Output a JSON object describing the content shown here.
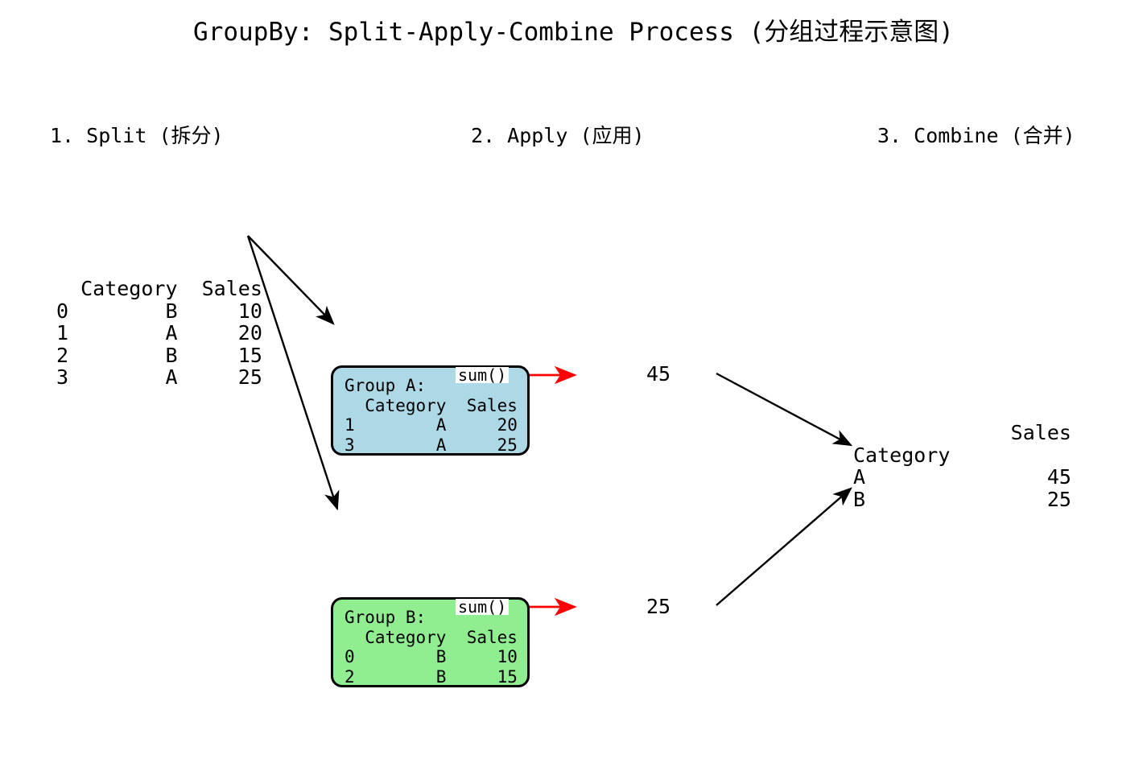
{
  "title": "GroupBy: Split-Apply-Combine Process (分组过程示意图)",
  "stages": [
    {
      "id": "split",
      "label": "1. Split (拆分)"
    },
    {
      "id": "apply",
      "label": "2. Apply (应用)"
    },
    {
      "id": "combine",
      "label": "3. Combine (合并)"
    }
  ],
  "source_table": {
    "text": "  Category  Sales\n0        B     10\n1        A     20\n2        B     15\n3        A     25",
    "columns": [
      "",
      "Category",
      "Sales"
    ],
    "rows": [
      [
        "0",
        "B",
        "10"
      ],
      [
        "1",
        "A",
        "20"
      ],
      [
        "2",
        "B",
        "15"
      ],
      [
        "3",
        "A",
        "25"
      ]
    ]
  },
  "groups": [
    {
      "id": "group-a",
      "header": "Group A:",
      "func_label": "sum()",
      "color": "#ADD8E6",
      "text": "Group A:\n  Category  Sales\n1        A     20\n3        A     25",
      "columns": [
        "",
        "Category",
        "Sales"
      ],
      "rows": [
        [
          "1",
          "A",
          "20"
        ],
        [
          "3",
          "A",
          "25"
        ]
      ],
      "result": "45"
    },
    {
      "id": "group-b",
      "header": "Group B:",
      "func_label": "sum()",
      "color": "#90EE90",
      "text": "Group B:\n  Category  Sales\n0        B     10\n2        B     15",
      "columns": [
        "",
        "Category",
        "Sales"
      ],
      "rows": [
        [
          "0",
          "B",
          "10"
        ],
        [
          "2",
          "B",
          "15"
        ]
      ],
      "result": "25"
    }
  ],
  "result_table": {
    "text": "             Sales\nCategory\nA               45\nB               25",
    "columns": [
      "Category",
      "Sales"
    ],
    "rows": [
      [
        "A",
        "45"
      ],
      [
        "B",
        "25"
      ]
    ]
  },
  "colors": {
    "split_arrow": "#000000",
    "apply_arrow": "#FF0000",
    "combine_arrow": "#000000",
    "group_a_fill": "#ADD8E6",
    "group_b_fill": "#90EE90",
    "background": "#FFFFFF"
  }
}
